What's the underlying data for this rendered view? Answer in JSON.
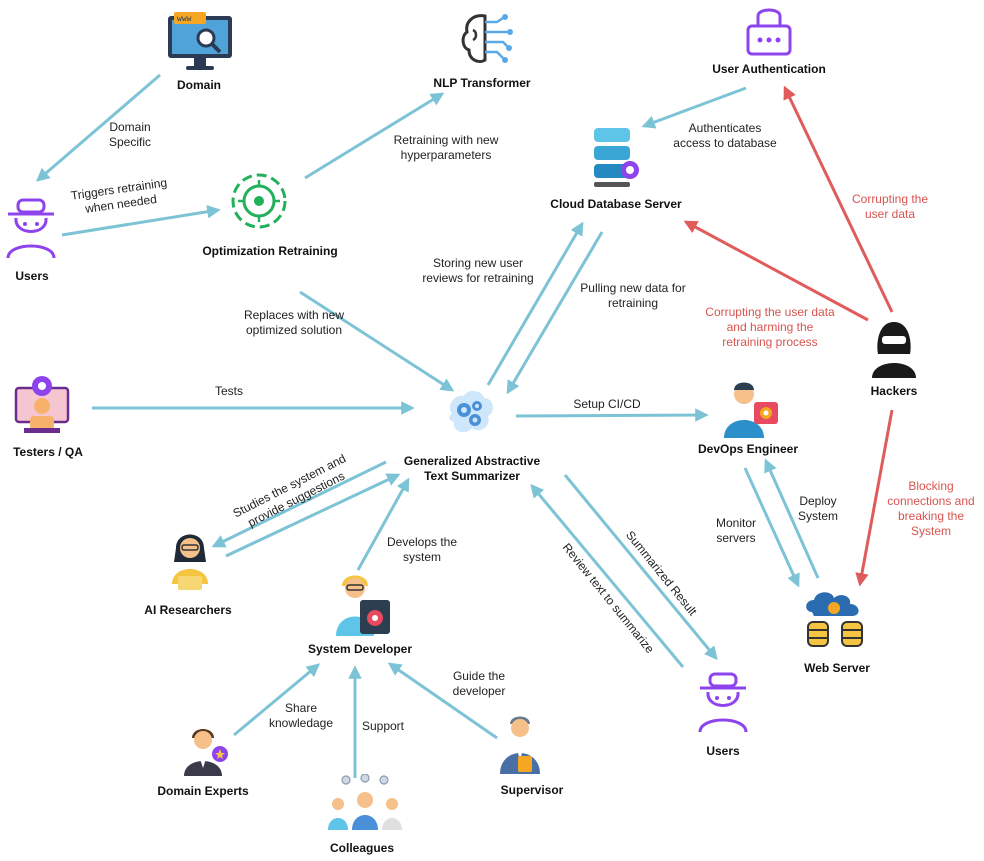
{
  "colors": {
    "arrow": "#7dc3d6",
    "danger": "#e05b5b",
    "danger_text": "#d9534f",
    "accent_purple": "#8e44ec",
    "accent_green": "#22b05a"
  },
  "nodes": {
    "domain": "Domain",
    "nlp_transformer": "NLP Transformer",
    "user_authentication": "User Authentication",
    "users_top": "Users",
    "optimization_retraining": "Optimization Retraining",
    "cloud_database_server": "Cloud Database Server",
    "testers_qa": "Testers / QA",
    "summarizer_line1": "Generalized Abstractive",
    "summarizer_line2": "Text Summarizer",
    "devops_engineer": "DevOps Engineer",
    "hackers": "Hackers",
    "ai_researchers": "AI Researchers",
    "system_developer": "System Developer",
    "web_server": "Web Server",
    "users_bottom": "Users",
    "domain_experts": "Domain Experts",
    "supervisor": "Supervisor",
    "colleagues": "Colleagues"
  },
  "edge_labels": {
    "domain_specific": "Domain\nSpecific",
    "triggers_retraining": "Triggers retraining\nwhen needed",
    "retraining_hyperparameters": "Retraining with new\nhyperparameters",
    "authenticates": "Authenticates\naccess to database",
    "storing_reviews": "Storing new user\nreviews for retraining",
    "pulling_data": "Pulling new data for\nretraining",
    "replaces_solution": "Replaces with new\noptimized solution",
    "tests": "Tests",
    "setup_cicd": "Setup CI/CD",
    "corrupting_user_data": "Corrupting the\nuser data",
    "corrupting_harming": "Corrupting the user data\nand harming the\nretraining process",
    "blocking_connections": "Blocking\nconnections and\nbreaking the\nSystem",
    "studies_system": "Studies the system and\nprovide suggestions",
    "develops_system": "Develops the\nsystem",
    "summarized_result": "Summarized Result",
    "review_text": "Review text to summarize",
    "monitor_servers": "Monitor\nservers",
    "deploy_system": "Deploy\nSystem",
    "share_knowledge": "Share\nknowledage",
    "support": "Support",
    "guide_developer": "Guide the\ndeveloper"
  },
  "icons": [
    "monitor-search-icon",
    "brain-circuit-icon",
    "padlock-icon",
    "user-hat-icon",
    "gear-circuit-icon",
    "database-icon",
    "tester-icon",
    "brain-gears-icon",
    "devops-icon",
    "hacker-icon",
    "researcher-icon",
    "developer-icon",
    "web-server-icon",
    "expert-icon",
    "supervisor-icon",
    "colleagues-icon"
  ]
}
